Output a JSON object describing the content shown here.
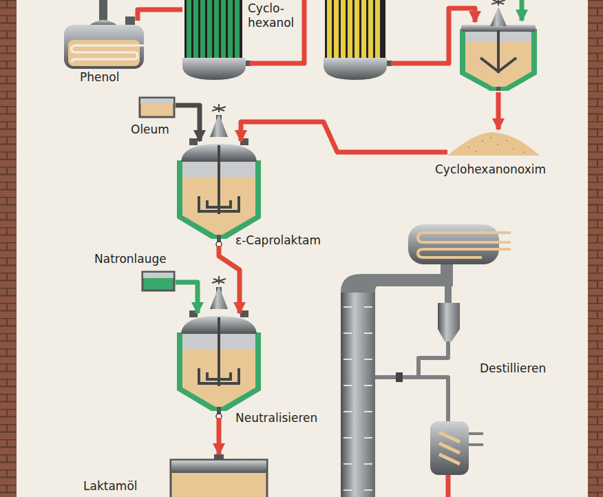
{
  "diagram": {
    "nodes": [
      {
        "text": [
          "Phenol"
        ]
      },
      {
        "text": [
          "Cyclo- hexanol"
        ]
      },
      {
        "text": [
          "Cyclohexanonoxim"
        ]
      },
      {
        "text": [
          "Oleum"
        ]
      },
      {
        "text": [
          "ε-Caprolaktam"
        ]
      },
      {
        "text": [
          "Natronlauge"
        ]
      },
      {
        "text": [
          "Neutralisieren"
        ]
      },
      {
        "text": [
          "Destillieren"
        ]
      },
      {
        "text": [
          "Laktamöl"
        ]
      }
    ],
    "edges": [
      {
        "from": 0,
        "to": 1,
        "arrow": "none"
      },
      {
        "from": 2,
        "to": 4,
        "arrow": "to"
      },
      {
        "from": 3,
        "to": 4,
        "arrow": "to"
      },
      {
        "from": 4,
        "to": 6,
        "arrow": "to"
      },
      {
        "from": 5,
        "to": 6,
        "arrow": "to"
      },
      {
        "from": 6,
        "to": 8,
        "arrow": "to"
      }
    ]
  }
}
